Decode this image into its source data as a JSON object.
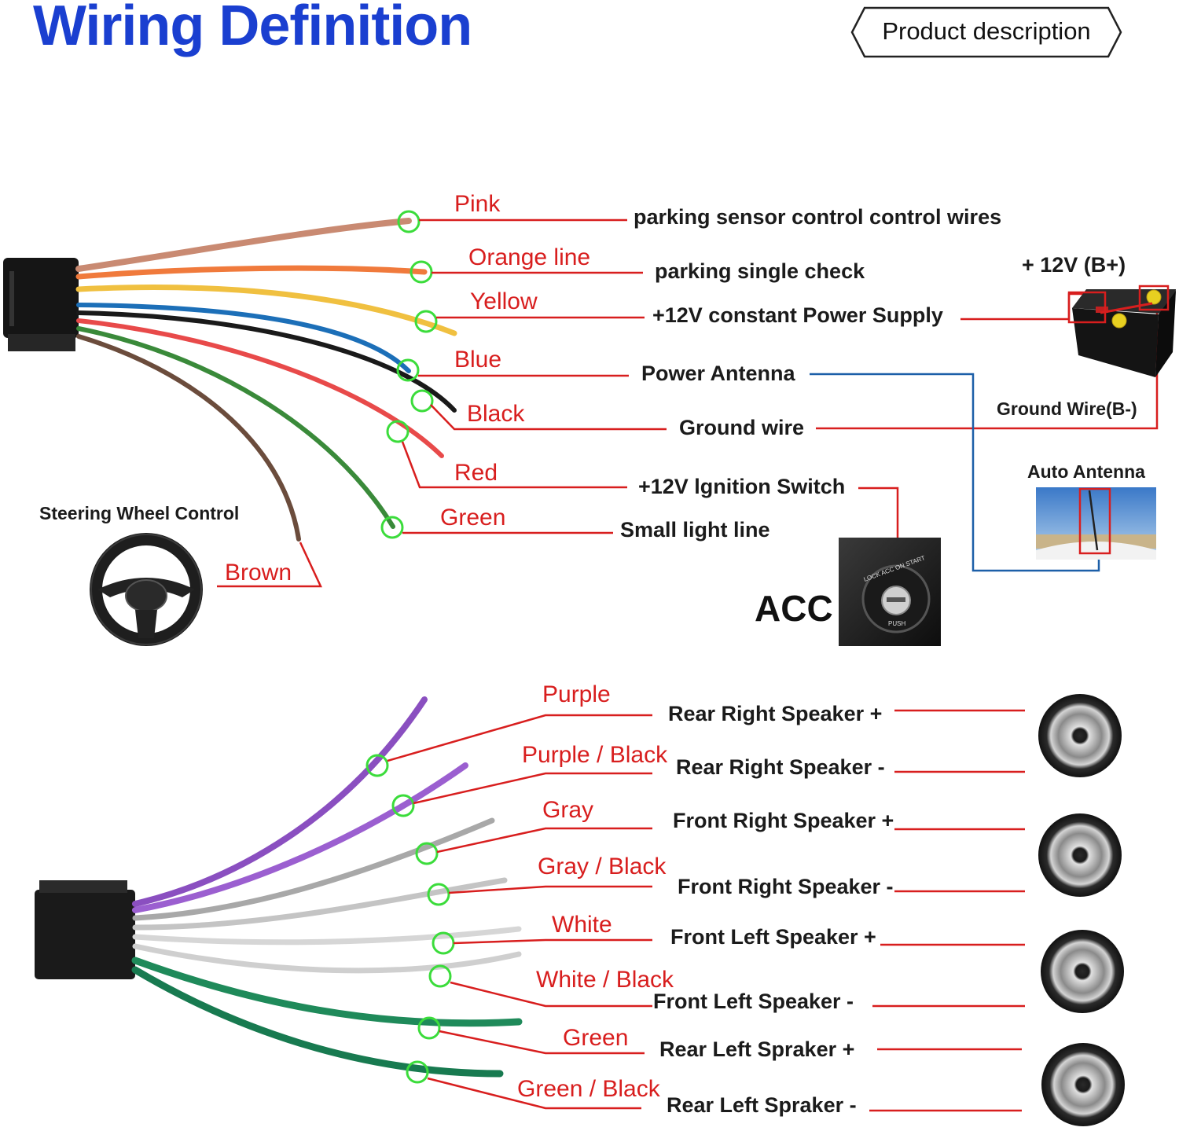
{
  "header": {
    "title": "Wiring Definition",
    "badge": "Product description"
  },
  "power_harness": {
    "wires": [
      {
        "color_name": "Pink",
        "function": "parking sensor control control wires",
        "hex": "#c98a72"
      },
      {
        "color_name": "Orange line",
        "function": "parking single check",
        "hex": "#f07a3c"
      },
      {
        "color_name": "Yellow",
        "function": "+12V constant Power Supply",
        "hex": "#f0c040"
      },
      {
        "color_name": "Blue",
        "function": "Power Antenna",
        "hex": "#1c6fb8"
      },
      {
        "color_name": "Black",
        "function": "Ground wire",
        "hex": "#1a1a1a"
      },
      {
        "color_name": "Red",
        "function": "+12V lgnition Switch",
        "hex": "#e84a4a"
      },
      {
        "color_name": "Green",
        "function": "Small light line",
        "hex": "#3a8a3a"
      }
    ],
    "brown": {
      "color_name": "Brown",
      "hex": "#6b4c3c"
    },
    "steering_label": "Steering Wheel Control",
    "battery_label": "+ 12V (B+)",
    "ground_label": "Ground Wire(B-)",
    "antenna_label": "Auto Antenna",
    "acc_label": "ACC",
    "key_ring_text": "LOCK ACC ON START",
    "key_push_text": "PUSH"
  },
  "speaker_harness": {
    "wires": [
      {
        "color_name": "Purple",
        "function": "Rear Right Speaker +",
        "hex": "#8a4fc0"
      },
      {
        "color_name": "Purple / Black",
        "function": "Rear Right Speaker -",
        "hex": "#9b5fd0"
      },
      {
        "color_name": "Gray",
        "function": "Front Right Speaker +",
        "hex": "#a8a8a8"
      },
      {
        "color_name": "Gray / Black",
        "function": "Front Right Speaker -",
        "hex": "#c4c4c4"
      },
      {
        "color_name": "White",
        "function": "Front Left Speaker +",
        "hex": "#d6d6d6"
      },
      {
        "color_name": "White / Black",
        "function": "Front Left Speaker -",
        "hex": "#cfcfcf"
      },
      {
        "color_name": "Green",
        "function": "Rear Left Spraker +",
        "hex": "#1f8a5a"
      },
      {
        "color_name": "Green / Black",
        "function": "Rear Left Spraker -",
        "hex": "#187a50"
      }
    ]
  },
  "colors": {
    "title": "#1a3fd0",
    "label_red": "#d81e1e",
    "leader_blue": "#1c5fa8",
    "marker_green": "#3bdc3b"
  }
}
